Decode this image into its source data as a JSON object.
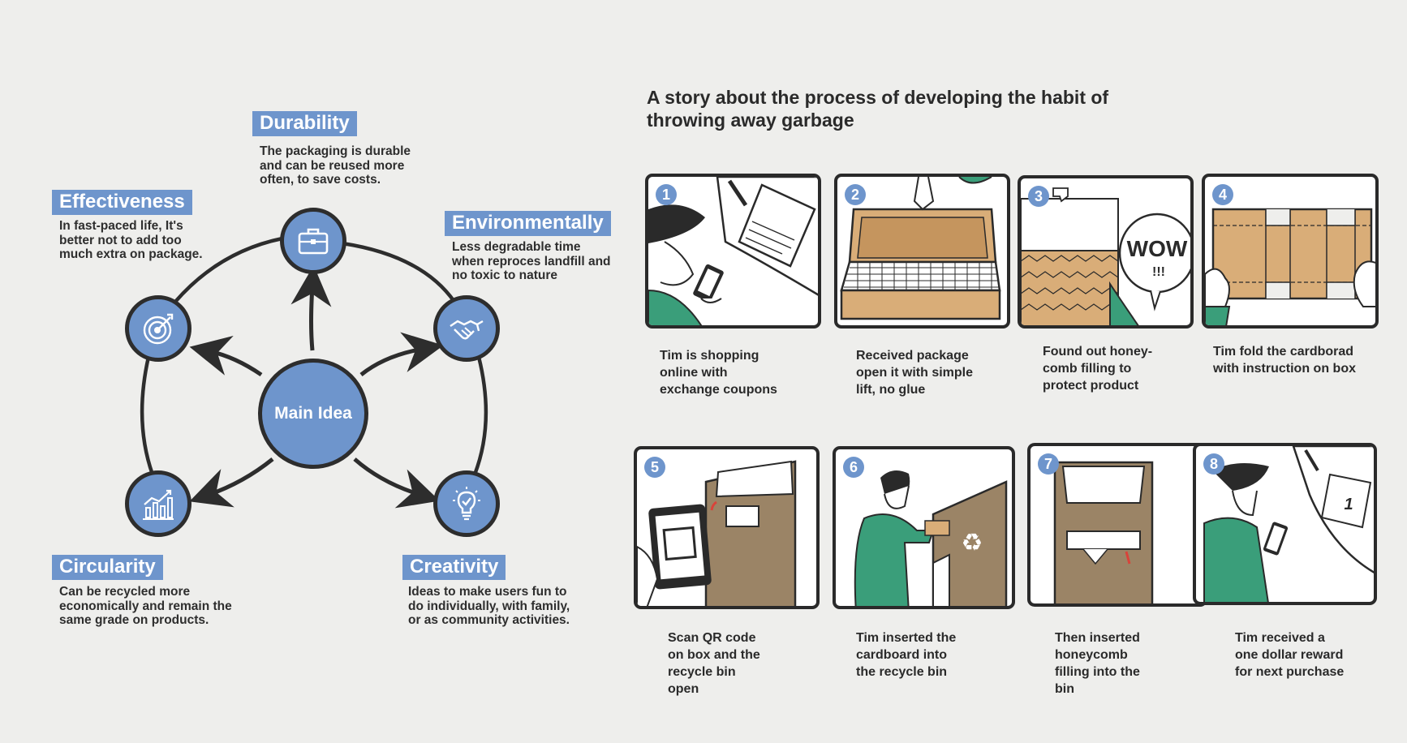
{
  "diagram": {
    "center_label": "Main Idea",
    "nodes": [
      {
        "key": "durability",
        "title": "Durability",
        "icon": "briefcase-icon",
        "text": [
          "The packaging is durable",
          "and can be reused more",
          "often, to save costs."
        ]
      },
      {
        "key": "effectiveness",
        "title": "Effectiveness",
        "icon": "target-icon",
        "text": [
          "In fast-paced life, It's",
          "better not to add too",
          "much extra on package."
        ]
      },
      {
        "key": "environmentally",
        "title": "Environmentally",
        "icon": "handshake-icon",
        "text": [
          "Less degradable time",
          "when reproces landfill and",
          "no toxic to nature"
        ]
      },
      {
        "key": "circularity",
        "title": "Circularity",
        "icon": "growth-chart-icon",
        "text": [
          "Can be recycled more",
          "economically and remain the",
          "same grade on products."
        ]
      },
      {
        "key": "creativity",
        "title": "Creativity",
        "icon": "lightbulb-icon",
        "text": [
          "Ideas to make users fun to",
          "do individually, with family,",
          "or as community activities."
        ]
      }
    ]
  },
  "story": {
    "title_lines": [
      "A story about the process of developing the habit of",
      "throwing away garbage"
    ],
    "panels": [
      {
        "number": "1",
        "caption": [
          "Tim is shopping",
          "online with",
          "exchange coupons"
        ]
      },
      {
        "number": "2",
        "caption": [
          "Received package",
          "open it with simple",
          "lift, no glue"
        ],
        "scene_text": ""
      },
      {
        "number": "3",
        "caption": [
          "Found out honey-",
          "comb filling to",
          "protect product"
        ],
        "scene_text": "WOW",
        "scene_sub": "!!!"
      },
      {
        "number": "4",
        "caption": [
          "Tim fold the cardborad",
          "with instruction on box"
        ]
      },
      {
        "number": "5",
        "caption": [
          "Scan QR code",
          "on box and the",
          "recycle bin",
          "open"
        ]
      },
      {
        "number": "6",
        "caption": [
          "Tim inserted the",
          "cardboard into",
          "the recycle bin"
        ]
      },
      {
        "number": "7",
        "caption": [
          "Then inserted",
          "honeycomb",
          "filling into the",
          "bin"
        ]
      },
      {
        "number": "8",
        "caption": [
          "Tim received a",
          "one dollar reward",
          "for next purchase"
        ],
        "scene_text": "1"
      }
    ]
  },
  "colors": {
    "accent_blue": "#6e95cc",
    "outline": "#2d2d2d",
    "cardboard": "#d9ad78",
    "bin": "#9b8466",
    "shirt_green": "#3a9e7a",
    "background": "#eeeeec"
  }
}
